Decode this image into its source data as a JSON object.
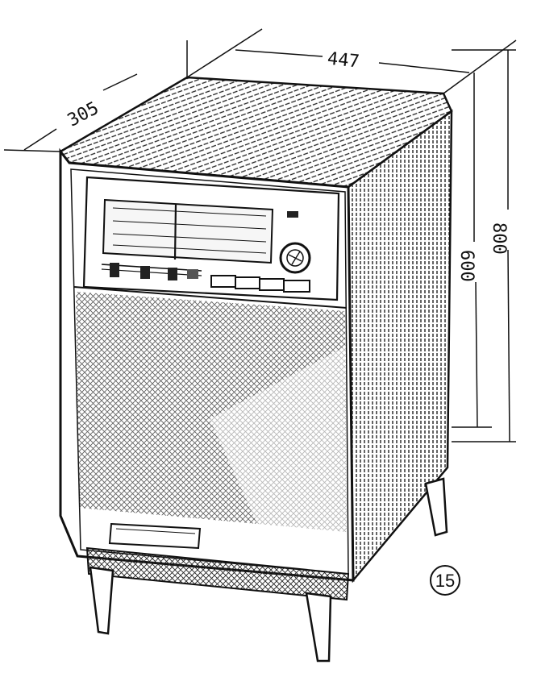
{
  "dimensions": {
    "width": "447",
    "depth": "305",
    "height_total": "800",
    "height_cabinet": "600"
  },
  "figure_number": "15",
  "colors": {
    "ink": "#111111",
    "paper": "#ffffff",
    "dial": "#f6f6f6"
  }
}
